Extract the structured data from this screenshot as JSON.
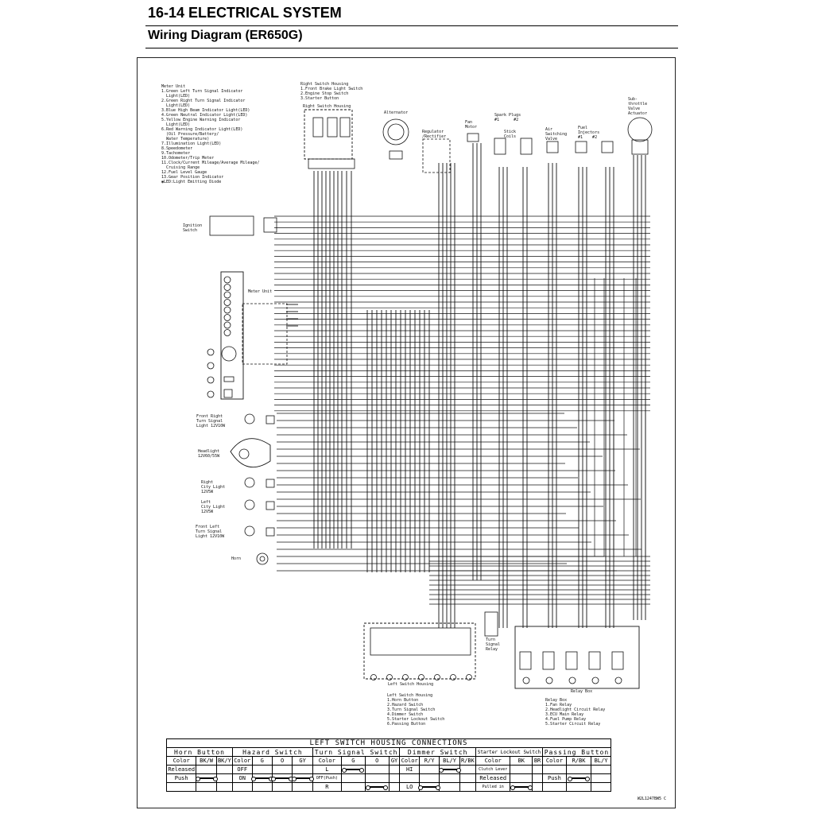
{
  "header": {
    "section": "16-14 ELECTRICAL SYSTEM",
    "title": "Wiring Diagram (ER650G)"
  },
  "meter_unit_legend": [
    "Meter Unit",
    "1.Green Left Turn Signal Indicator",
    "  Light(LED)",
    "2.Green Right Turn Signal Indicator",
    "  Light(LED)",
    "3.Blue High Beam Indicator Light(LED)",
    "4.Green Neutral Indicator Light(LED)",
    "5.Yellow Engine Warning Indicator",
    "  Light(LED)",
    "6.Red Warning Indicator Light(LED)",
    "  (Oil Pressure/Battery/",
    "  Water Temperature)",
    "7.Illumination Light(LED)",
    "8.Speedometer",
    "9.Tachometer",
    "10.Odometer/Trip Meter",
    "11.Clock/Current Mileage/Average Mileage/",
    "  Cruising Range",
    "12.Fuel Level Gauge",
    "13.Gear Position Indicator",
    "◉LED:Light Emitting Diode"
  ],
  "right_switch_legend": [
    "Right Switch Housing",
    "1.Front Brake Light Switch",
    "2.Engine Stop Switch",
    "3.Starter Button"
  ],
  "left_switch_legend": [
    "Left Switch Housing",
    "1.Horn Button",
    "2.Hazard Switch",
    "3.Turn Signal Switch",
    "4.Dimmer Switch",
    "5.Starter Lockout Switch",
    "6.Passing Button"
  ],
  "relay_box_legend": [
    "Relay Box",
    "1.Fan Relay",
    "2.Headlight Circuit Relay",
    "3.ECU Main Relay",
    "4.Fuel Pump Relay",
    "5.Starter Circuit Relay"
  ],
  "components": {
    "right_switch_housing": "Right Switch Housing",
    "alternator": "Alternator",
    "regulator": "Regulator\n/Rectifier",
    "fan_motor": "Fan\nMotor",
    "spark_plugs": "Spark Plugs\n#1      #2",
    "stick_coils": "Stick\nCoils",
    "air_valve": "Air\nSwitching\nValve",
    "fuel_injectors": "Fuel\nInjectors\n#1    #2",
    "subthrottle": "Sub-\nthrottle\nValve\nActuator",
    "ignition_switch": "Ignition\nSwitch",
    "meter_unit": "Meter Unit",
    "front_right_turn": "Front Right\nTurn Signal\nLight 12V10W",
    "headlight": "Headlight\n12V60/55W",
    "right_city": "Right\nCity Light\n12V5W",
    "left_city": "Left\nCity Light\n12V5W",
    "front_left_turn": "Front Left\nTurn Signal\nLight 12V10W",
    "horn": "Horn",
    "turn_relay": "Turn\nSignal\nRelay",
    "left_switch_housing": "Left Switch Housing",
    "relay_box": "Relay Box"
  },
  "connections_table": {
    "caption": "LEFT SWITCH HOUSING CONNECTIONS",
    "groups": [
      "Horn Button",
      "Hazard Switch",
      "Turn Signal Switch",
      "Dimmer Switch",
      "Starter Lockout Switch",
      "Passing Button"
    ],
    "color_row": [
      "Color",
      "BK/W",
      "BK/Y",
      "Color",
      "G",
      "O",
      "GY",
      "Color",
      "G",
      "O",
      "GY",
      "Color",
      "R/Y",
      "BL/Y",
      "R/BK",
      "Color",
      "BK",
      "BR",
      "Color",
      "R/BK",
      "BL/Y"
    ],
    "rows": [
      [
        "Released",
        "",
        "",
        "OFF",
        "",
        "",
        "",
        "L",
        "",
        "",
        "",
        "HI",
        "",
        "",
        "",
        "Clutch Lever",
        "",
        "",
        "",
        "",
        ""
      ],
      [
        "Push",
        "",
        "",
        "ON",
        "",
        "",
        "",
        "OFF(Push)",
        "",
        "",
        "",
        "",
        "",
        "",
        "",
        "Released",
        "",
        "",
        "Push",
        "",
        ""
      ],
      [
        "",
        "",
        "",
        "",
        "",
        "",
        "",
        "R",
        "",
        "",
        "",
        "LO",
        "",
        "",
        "",
        "Pulled in",
        "",
        "",
        "",
        "",
        ""
      ]
    ]
  },
  "diagram_code": "W2L1247BW5 C"
}
